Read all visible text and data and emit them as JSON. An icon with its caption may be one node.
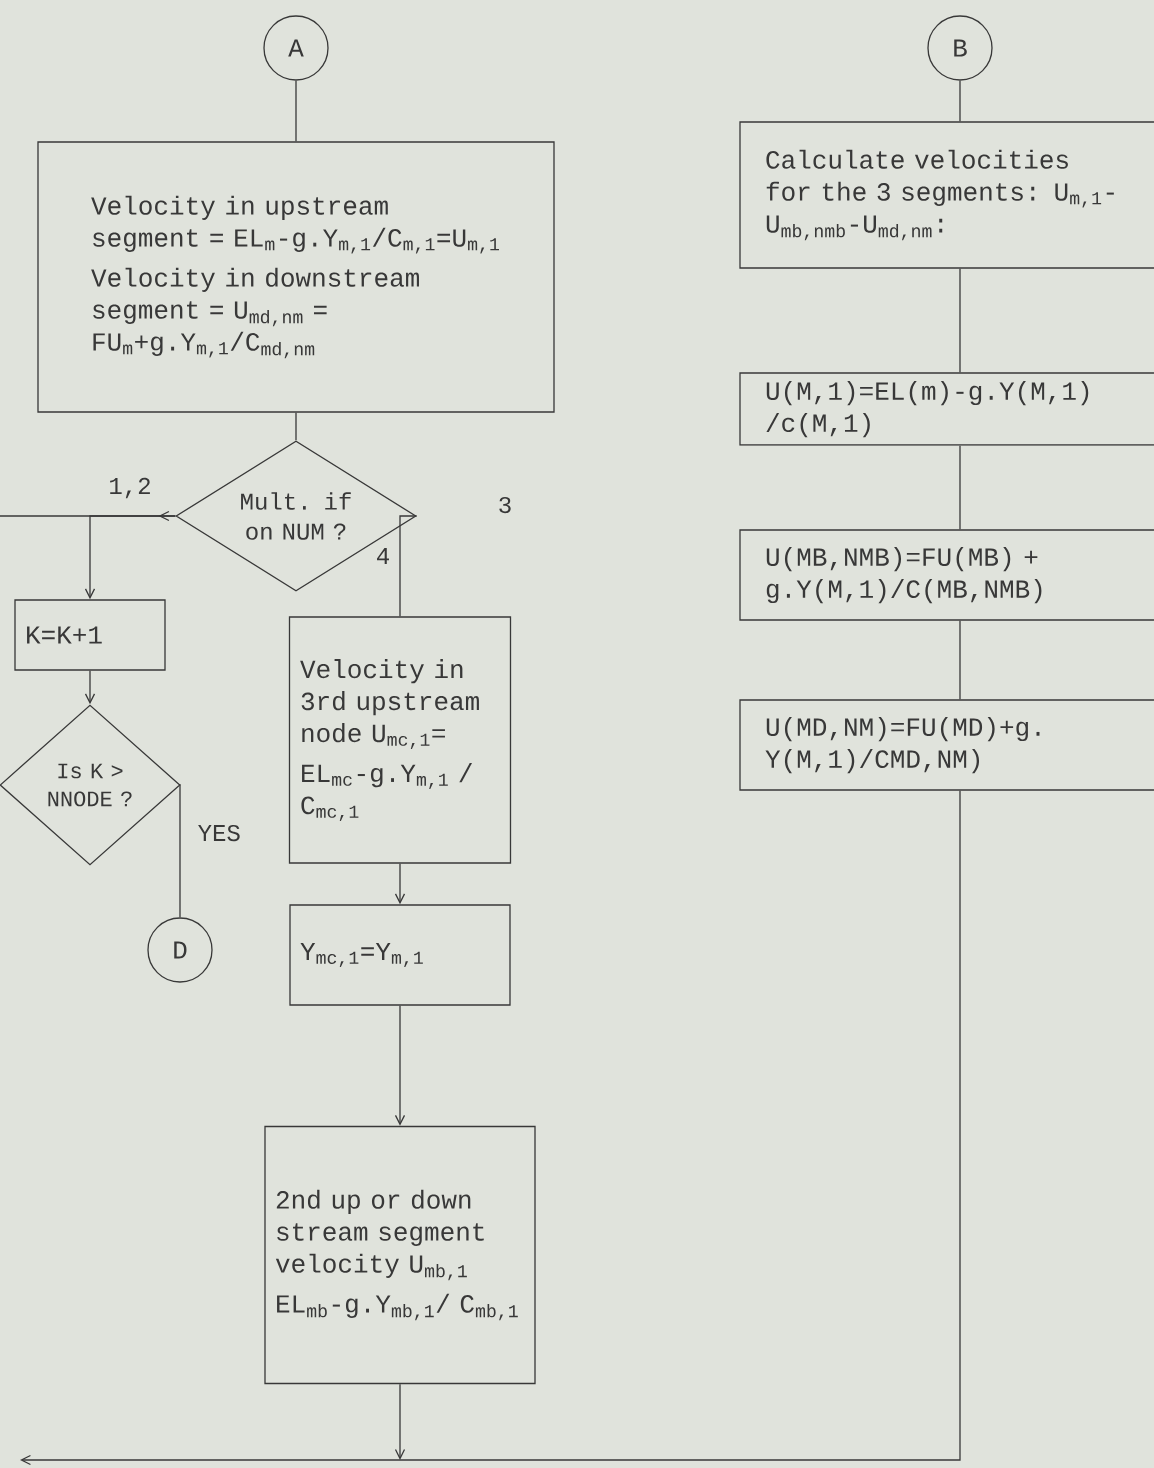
{
  "diagram": {
    "nodes": [
      {
        "text": [
          "A"
        ]
      },
      {
        "text": [
          "Velocity in upstream segment = EL$_{m}$-g.Y$_{m,1}$/C$_{m,1}$=U$_{m,1}$",
          "Velocity in downstream segment = U$_{md,nm}$ = FU$_{m}$+g.Y$_{m,1}$/C$_{md,nm}$"
        ]
      },
      {
        "text": [
          "Mult. if on NUM ?"
        ]
      },
      {
        "text": [
          "K=K+1"
        ]
      },
      {
        "text": [
          "Is K > NNODE ?"
        ]
      },
      {
        "text": [
          "D"
        ]
      },
      {
        "text": [
          "Velocity in 3rd upstream node U$_{mc,1}$=",
          "EL$_{mc}$-g.Y$_{m,1}$ / C$_{mc,1}$"
        ]
      },
      {
        "text": [
          "Y$_{mc,1}$=Y$_{m,1}$"
        ]
      },
      {
        "text": [
          "2nd up or down stream segment velocity U$_{mb,1}$",
          "EL$_{mb}$-g.Y$_{mb,1}$/ C$_{mb,1}$"
        ]
      },
      {
        "text": [
          "B"
        ]
      },
      {
        "text": [
          "Calculate velocities for the 3 segments: U$_{m,1}$-U$_{mb,nmb}$-U$_{md,nm}$:"
        ]
      },
      {
        "text": [
          "U(M,1)=EL(m)-g.Y(M,1) /c(M,1)"
        ]
      },
      {
        "text": [
          "U(MB,NMB)=FU(MB) + g.Y(M,1)/C(MB,NMB)"
        ]
      },
      {
        "text": [
          "U(MD,NM)=FU(MD)+g. Y(M,1)/CMD,NM)"
        ]
      }
    ],
    "edges": [
      {
        "from": 0,
        "to": 1,
        "arrow": "none"
      },
      {
        "from": 1,
        "to": 2,
        "arrow": "none"
      },
      {
        "from": 2,
        "to": 3,
        "arrow": "to",
        "label": "1,2"
      },
      {
        "from": 2,
        "to": null,
        "arrow": "none"
      },
      {
        "from": 2,
        "to": 6,
        "arrow": "none",
        "label": "4"
      },
      {
        "from": 3,
        "to": 4,
        "arrow": "to"
      },
      {
        "from": 4,
        "to": 5,
        "arrow": "none",
        "label": "YES"
      },
      {
        "from": 6,
        "to": 7,
        "arrow": "to"
      },
      {
        "from": 7,
        "to": 8,
        "arrow": "to"
      },
      {
        "from": 8,
        "to": null,
        "arrow": "to"
      },
      {
        "from": 9,
        "to": 10,
        "arrow": "none"
      },
      {
        "from": 10,
        "to": 11,
        "arrow": "none"
      },
      {
        "from": 11,
        "to": 12,
        "arrow": "none"
      },
      {
        "from": 12,
        "to": 13,
        "arrow": "none"
      },
      {
        "from": 13,
        "to": null,
        "arrow": "to"
      }
    ],
    "labels": [
      "3"
    ]
  }
}
